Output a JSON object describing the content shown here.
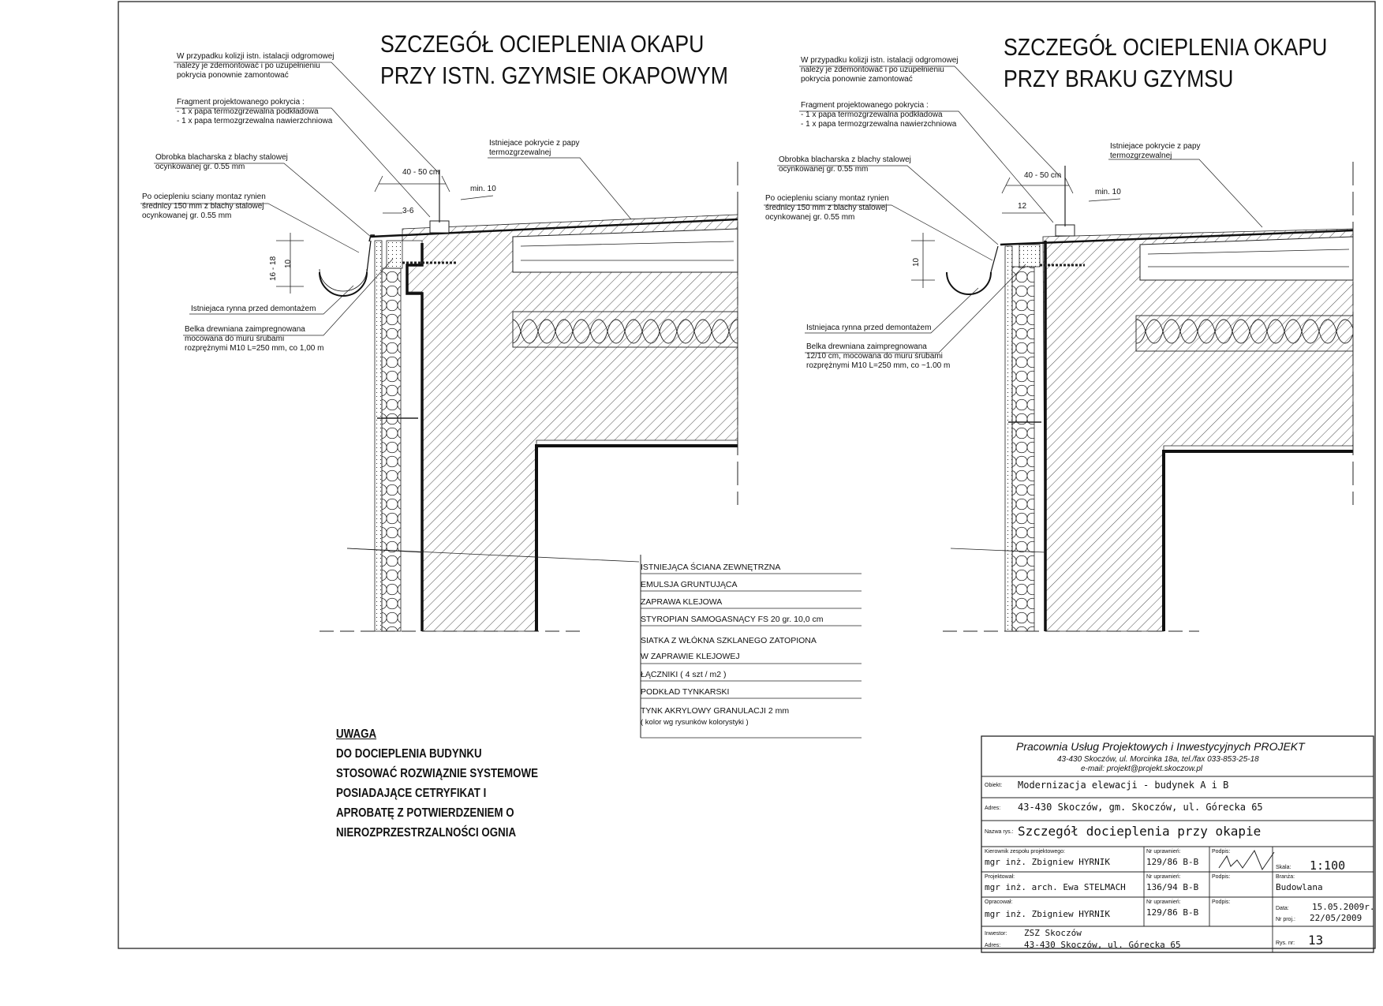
{
  "left": {
    "title_line1": "SZCZEGÓŁ OCIEPLENIA OKAPU",
    "title_line2": "PRZY ISTN. GZYMSIE OKAPOWYM",
    "note1": [
      "W przypadku kolizji istn. istalacji odgromowej",
      "należy je zdemontować i po uzupełnieniu",
      "pokrycia ponownie zamontować"
    ],
    "note2": [
      "Fragment projektowanego pokrycia :",
      "- 1 x papa termozgrzewalna podkładowa",
      "- 1 x papa termozgrzewalna nawierzchniowa"
    ],
    "note3": [
      "Istniejace pokrycie z papy",
      "termozgrzewalnej"
    ],
    "note4": [
      "Obrobka blacharska z blachy stalowej",
      "ocynkowanej gr. 0.55 mm"
    ],
    "note5": [
      "Po ociepleniu sciany montaz rynien",
      "średnicy 150 mm z blachy stalowej",
      "ocynkowanej gr. 0.55 mm"
    ],
    "note6": "Istniejaca rynna przed demontażem",
    "note7": [
      "Belka drewniana zaimpregnowana",
      "mocowana do muru śrubami",
      "rozprężnymi M10 L=250 mm, co 1,00 m"
    ],
    "dim_a": "40 - 50 cm",
    "dim_b": "min. 10",
    "dim_c": "3-6",
    "dim_d": "16 - 18",
    "dim_e": "10"
  },
  "right": {
    "title_line1": "SZCZEGÓŁ OCIEPLENIA OKAPU",
    "title_line2": "PRZY BRAKU GZYMSU",
    "note1": [
      "W przypadku kolizji istn. istalacji odgromowej",
      "należy je zdemontować i po uzupełnieniu",
      "pokrycia ponownie zamontować"
    ],
    "note2": [
      "Fragment projektowanego pokrycia :",
      "- 1 x papa termozgrzewalna podkładowa",
      "- 1 x papa termozgrzewalna nawierzchniowa"
    ],
    "note3": [
      "Istniejace pokrycie z papy",
      "termozgrzewalnej"
    ],
    "note4": [
      "Obrobka blacharska z blachy stalowej",
      "ocynkowanej gr. 0.55 mm"
    ],
    "note5": [
      "Po ociepleniu sciany montaz rynien",
      "średnicy 150 mm z blachy stalowej",
      "ocynkowanej gr. 0.55 mm"
    ],
    "note6": "Istniejaca rynna przed demontażem",
    "note7": [
      "Belka drewniana zaimpregnowana",
      "12/10 cm, mocowana do muru śrubami",
      "rozprężnymi M10 L=250 mm, co ~1.00 m"
    ],
    "dim_a": "40 - 50 cm",
    "dim_b": "min. 10",
    "dim_c": "12",
    "dim_e": "10"
  },
  "layers": [
    "ISTNIEJĄCA ŚCIANA ZEWNĘTRZNA",
    "EMULSJA GRUNTUJĄCA",
    "ZAPRAWA KLEJOWA",
    "STYROPIAN SAMOGASNĄCY FS 20 gr. 10,0 cm",
    "SIATKA Z WŁÓKNA SZKLANEGO ZATOPIONA",
    "W ZAPRAWIE KLEJOWEJ",
    "ŁĄCZNIKI ( 4 szt / m2 )",
    "PODKŁAD TYNKARSKI",
    "TYNK AKRYLOWY GRANULACJI 2 mm",
    "( kolor wg rysunków kolorystyki )"
  ],
  "uwaga": {
    "heading": "UWAGA",
    "lines": [
      "DO DOCIEPLENIA BUDYNKU",
      "STOSOWAĆ ROZWIĄZNIE SYSTEMOWE",
      "POSIADAJĄCE CETRYFIKAT I",
      "APROBATĘ Z POTWIERDZENIEM O",
      "NIEROZPRZESTRZALNOŚCI OGNIA"
    ]
  },
  "title_block": {
    "firm": "Pracownia Usług Projektowych i Inwestycyjnych PROJEKT",
    "address": "43-430 Skoczów, ul. Morcinka 18a, tel./fax 033-853-25-18",
    "email": "e-mail: projekt@projekt.skoczow.pl",
    "obiekt_label": "Obiekt:",
    "obiekt": "Modernizacja elewacji - budynek A i B",
    "adres_label": "Adres:",
    "adres": "43-430 Skoczów, gm. Skoczów, ul. Górecka 65",
    "nazwa_label": "Nazwa rys.:",
    "nazwa": "Szczegół docieplenia przy okapie",
    "kier_label": "Kierownik zespołu projektowego:",
    "kier": "mgr inż. Zbigniew HYRNIK",
    "proj_label": "Projektował:",
    "proj": "mgr inż. arch. Ewa STELMACH",
    "opr_label": "Opracował:",
    "opr": "mgr inż. Zbigniew HYRNIK",
    "upr_label": "Nr uprawnień:",
    "upr1": "129/86 B-B",
    "upr2": "136/94 B-B",
    "upr3": "129/86 B-B",
    "podpis_label": "Podpis:",
    "skala_label": "Skala:",
    "skala": "1:100",
    "branza_label": "Branża:",
    "branza": "Budowlana",
    "data_label": "Data:",
    "data": "15.05.2009r.",
    "nrproj_label": "Nr proj.:",
    "nrproj": "22/05/2009",
    "inwestor_label": "Inwestor:",
    "inwestor": "ZSZ Skoczów",
    "adres2_label": "Adres:",
    "adres2": "43-430 Skoczów, ul. Górecka 65",
    "rys_label": "Rys. nr:",
    "rys": "13"
  }
}
